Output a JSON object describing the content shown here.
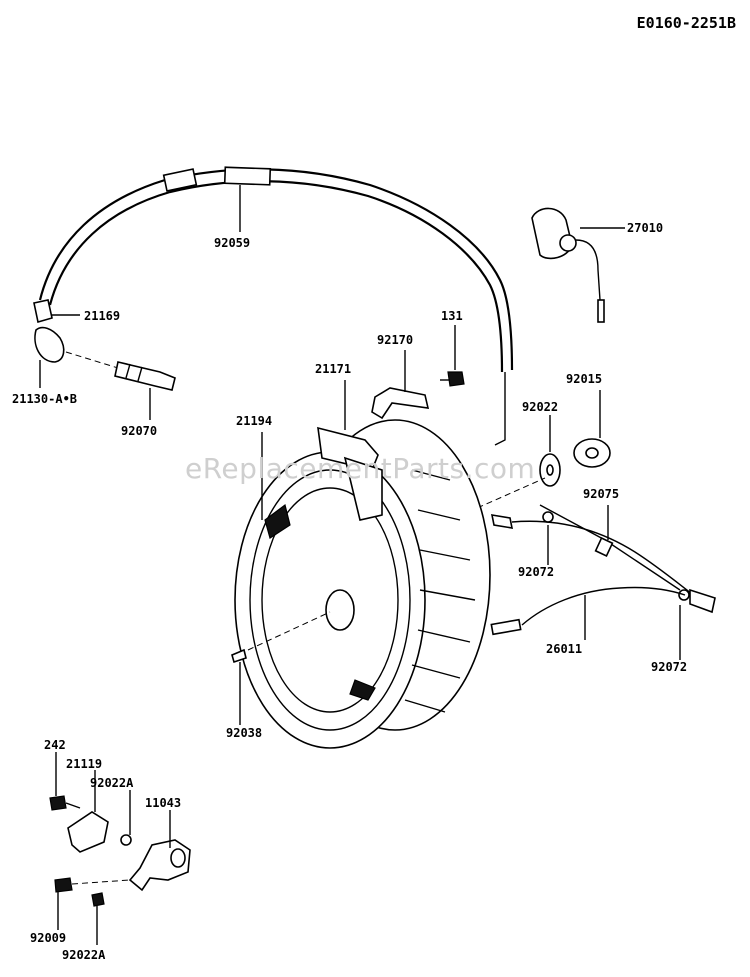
{
  "diagram_code": "E0160-2251B",
  "watermark": "eReplacementParts.com",
  "parts": {
    "p27010": "27010",
    "p92059": "92059",
    "p21169": "21169",
    "p21130": "21130-A•B",
    "p92070": "92070",
    "p131": "131",
    "p92170": "92170",
    "p21171": "21171",
    "p21194": "21194",
    "p92015": "92015",
    "p92022": "92022",
    "p92075": "92075",
    "p92072a": "92072",
    "p26011": "26011",
    "p92072b": "92072",
    "p92038": "92038",
    "p242": "242",
    "p21119": "21119",
    "p92022Aa": "92022A",
    "p11043": "11043",
    "p92009": "92009",
    "p92022Ab": "92022A"
  }
}
